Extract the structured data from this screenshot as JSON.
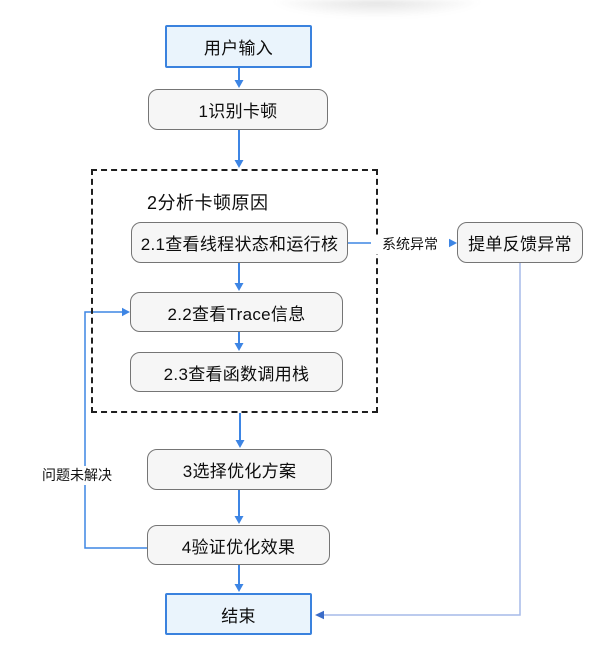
{
  "nodes": {
    "user_input": "用户输入",
    "step1": "1识别卡顿",
    "group_title": "2分析卡顿原因",
    "step2_1": "2.1查看线程状态和运行核",
    "step2_2": "2.2查看Trace信息",
    "step2_3": "2.3查看函数调用栈",
    "ticket": "提单反馈异常",
    "step3": "3选择优化方案",
    "step4": "4验证优化效果",
    "end": "结束"
  },
  "edge_labels": {
    "system_error": "系统异常",
    "unresolved": "问题未解决"
  },
  "colors": {
    "arrow_blue": "#3d85e4",
    "terminal_border": "#3a82de",
    "terminal_fill": "#eaf4fc",
    "process_border": "#757575",
    "process_fill": "#f6f6f6",
    "dashed_border": "#1f1f1f",
    "light_connector": "#a6bae8",
    "light_connector_head": "#3b6cc8"
  }
}
